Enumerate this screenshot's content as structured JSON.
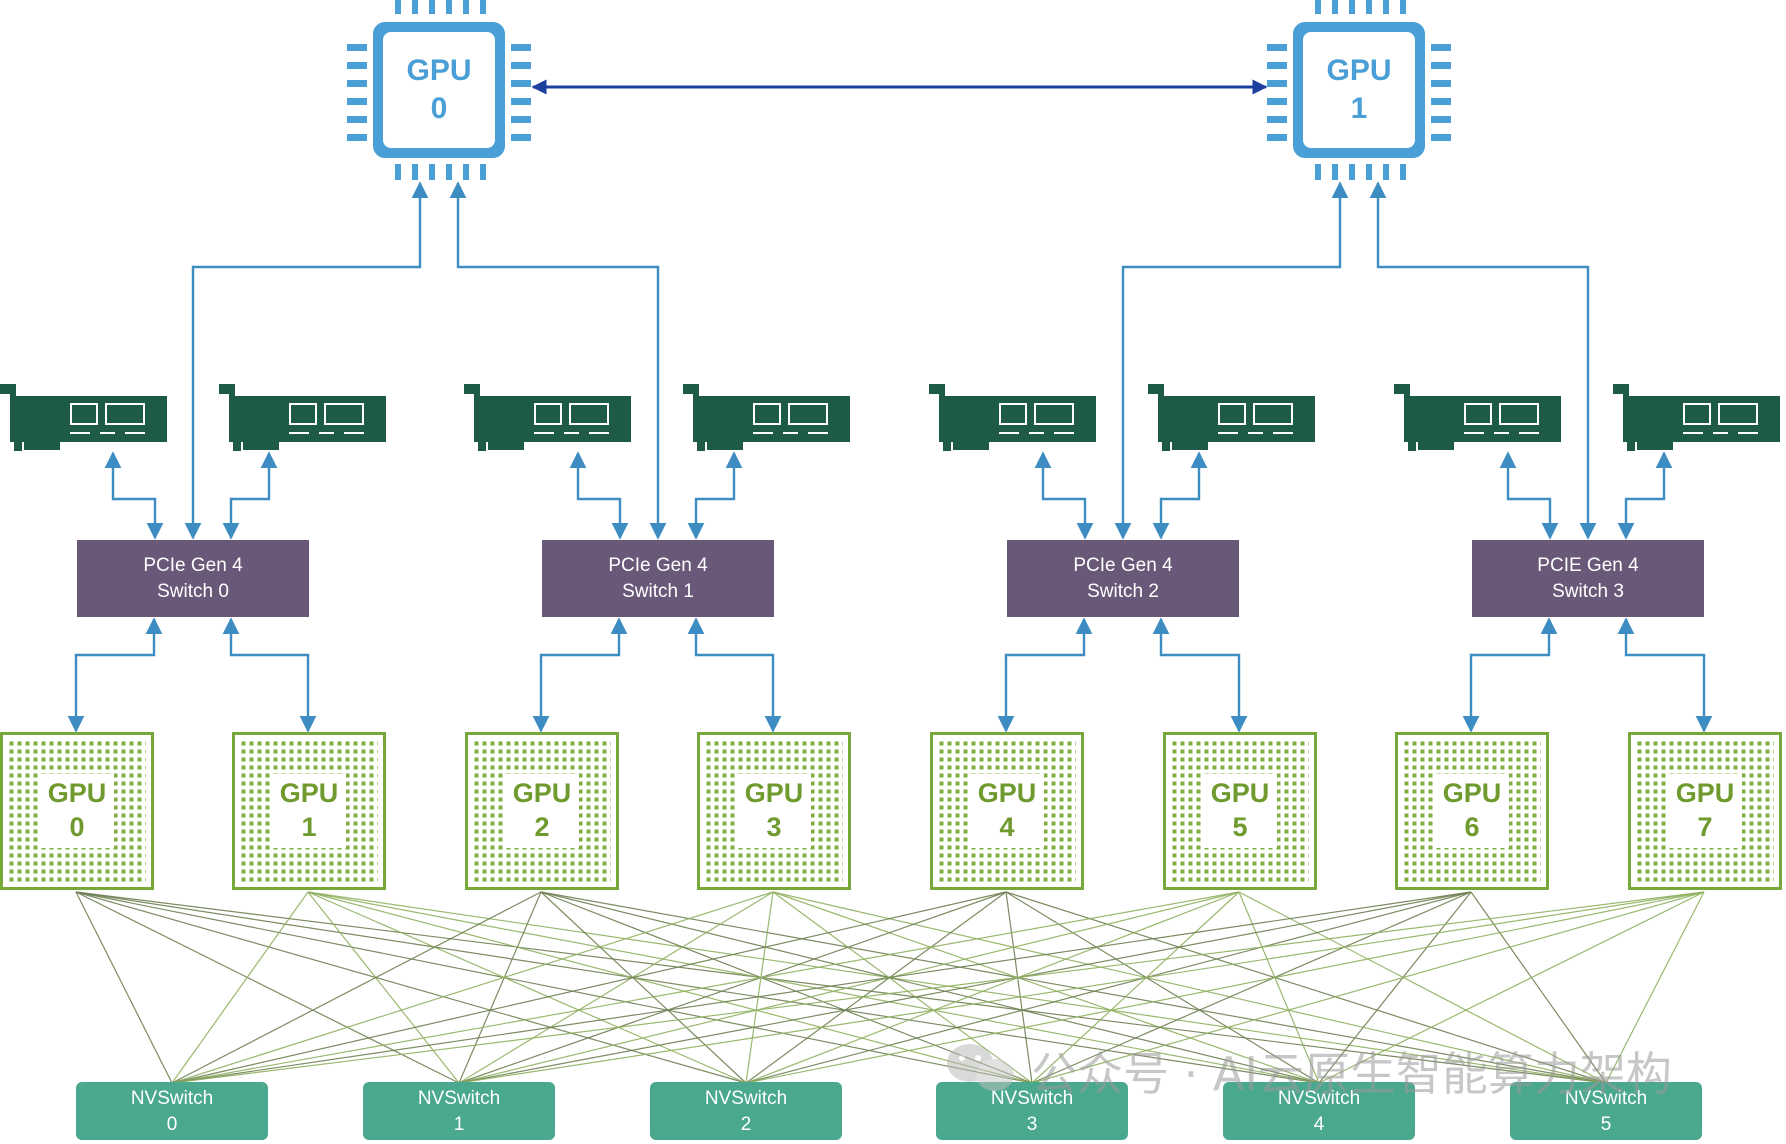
{
  "cpus": [
    {
      "line1": "GPU",
      "line2": "0"
    },
    {
      "line1": "GPU",
      "line2": "1"
    }
  ],
  "pcie_switches": [
    {
      "line1": "PCIe Gen 4",
      "line2": "Switch 0"
    },
    {
      "line1": "PCIe Gen 4",
      "line2": "Switch 1"
    },
    {
      "line1": "PCIe Gen 4",
      "line2": "Switch 2"
    },
    {
      "line1": "PCIE Gen 4",
      "line2": "Switch 3"
    }
  ],
  "gpus": [
    {
      "line1": "GPU",
      "line2": "0"
    },
    {
      "line1": "GPU",
      "line2": "1"
    },
    {
      "line1": "GPU",
      "line2": "2"
    },
    {
      "line1": "GPU",
      "line2": "3"
    },
    {
      "line1": "GPU",
      "line2": "4"
    },
    {
      "line1": "GPU",
      "line2": "5"
    },
    {
      "line1": "GPU",
      "line2": "6"
    },
    {
      "line1": "GPU",
      "line2": "7"
    }
  ],
  "nvswitches": [
    {
      "line1": "NVSwitch",
      "line2": "0"
    },
    {
      "line1": "NVSwitch",
      "line2": "1"
    },
    {
      "line1": "NVSwitch",
      "line2": "2"
    },
    {
      "line1": "NVSwitch",
      "line2": "3"
    },
    {
      "line1": "NVSwitch",
      "line2": "4"
    },
    {
      "line1": "NVSwitch",
      "line2": "5"
    }
  ],
  "nic_count": 8,
  "watermark": "公众号 · AI云原生智能算力架构",
  "colors": {
    "cpu_blue": "#4a9fd6",
    "pcie_link": "#3d8cc2",
    "cpu_link": "#1f3f9f",
    "nic_green": "#1e5a48",
    "switch_purple": "#6a5878",
    "gpu_green": "#77a83a",
    "nvswitch_teal": "#4aa88f",
    "mesh_line": "#8faa5e"
  }
}
